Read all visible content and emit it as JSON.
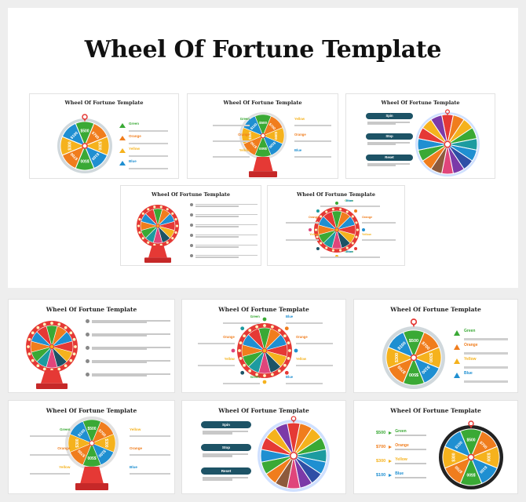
{
  "page_title": "Wheel Of Fortune Template",
  "slide_title": "Wheel Of Fortune Template",
  "labels": {
    "green": "Green",
    "orange": "Orange",
    "yellow": "Yellow",
    "blue": "Blue",
    "spin": "Spin",
    "stop": "Stop",
    "reset": "Reset"
  },
  "amounts": {
    "a500": "$500",
    "a700": "$700",
    "a300": "$300",
    "a100": "$100"
  },
  "colors": {
    "green": "#3aa935",
    "orange": "#f07d1d",
    "yellow": "#f5b21d",
    "blue": "#1f8fd1",
    "red": "#e53935",
    "teal": "#1d5366",
    "purple": "#7b3aa8",
    "pink": "#e0457b",
    "gray_bg": "#eeeeee"
  },
  "icons": [
    "triangle-marker-icon",
    "pointer-pin-icon",
    "bullet-dot-icon"
  ]
}
